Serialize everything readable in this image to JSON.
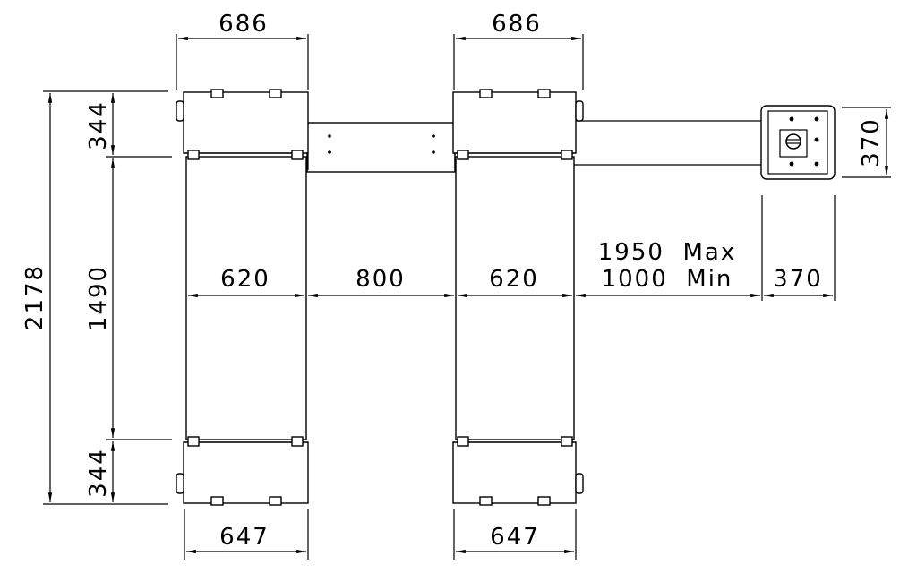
{
  "dimensions": {
    "top_left_width": "686",
    "top_right_width": "686",
    "bottom_left_width": "647",
    "bottom_right_width": "647",
    "total_height": "2178",
    "top_block_height": "344",
    "middle_height": "1490",
    "bottom_block_height": "344",
    "left_runway_width": "620",
    "gap_width": "800",
    "right_runway_width": "620",
    "cable_max": "1950  Max",
    "cable_min": "1000  Min",
    "console_width": "370",
    "console_height": "370"
  }
}
